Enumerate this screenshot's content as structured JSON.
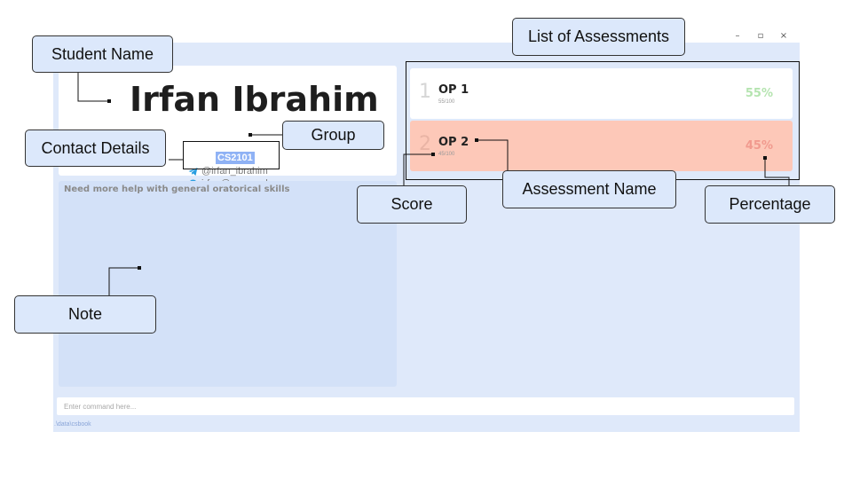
{
  "window": {
    "controls": {
      "minimize": "–",
      "maximize": "▫",
      "close": "×"
    }
  },
  "profile": {
    "student_name": "Irfan Ibrahim",
    "group": "CS2101",
    "contacts": {
      "telegram": "@irfan_ibrahim",
      "email": "irfan@u.nus.edu"
    }
  },
  "note": {
    "text": "Need more help with general oratorical skills"
  },
  "assessments": [
    {
      "index": "1",
      "name": "OP 1",
      "score": "55/100",
      "percentage": "55%"
    },
    {
      "index": "2",
      "name": "OP 2",
      "score": "45/100",
      "percentage": "45%"
    }
  ],
  "command": {
    "placeholder": "Enter command here..."
  },
  "status_bar": {
    "path": ".\\data\\csbook"
  },
  "annotations": {
    "student_name": "Student Name",
    "list_of_assessments": "List of Assessments",
    "group": "Group",
    "contact_details": "Contact Details",
    "assessment_name": "Assessment Name",
    "score": "Score",
    "percentage": "Percentage",
    "note": "Note"
  },
  "colors": {
    "app_background": "#dfe9fa",
    "note_background": "#d3e1f8",
    "group_tag": "#8fb2f5",
    "fail_card": "#fdc8b8",
    "pass_percentage": "#b5e4b0",
    "fail_percentage": "#f19a8e",
    "callout_fill": "#dce8fb"
  }
}
